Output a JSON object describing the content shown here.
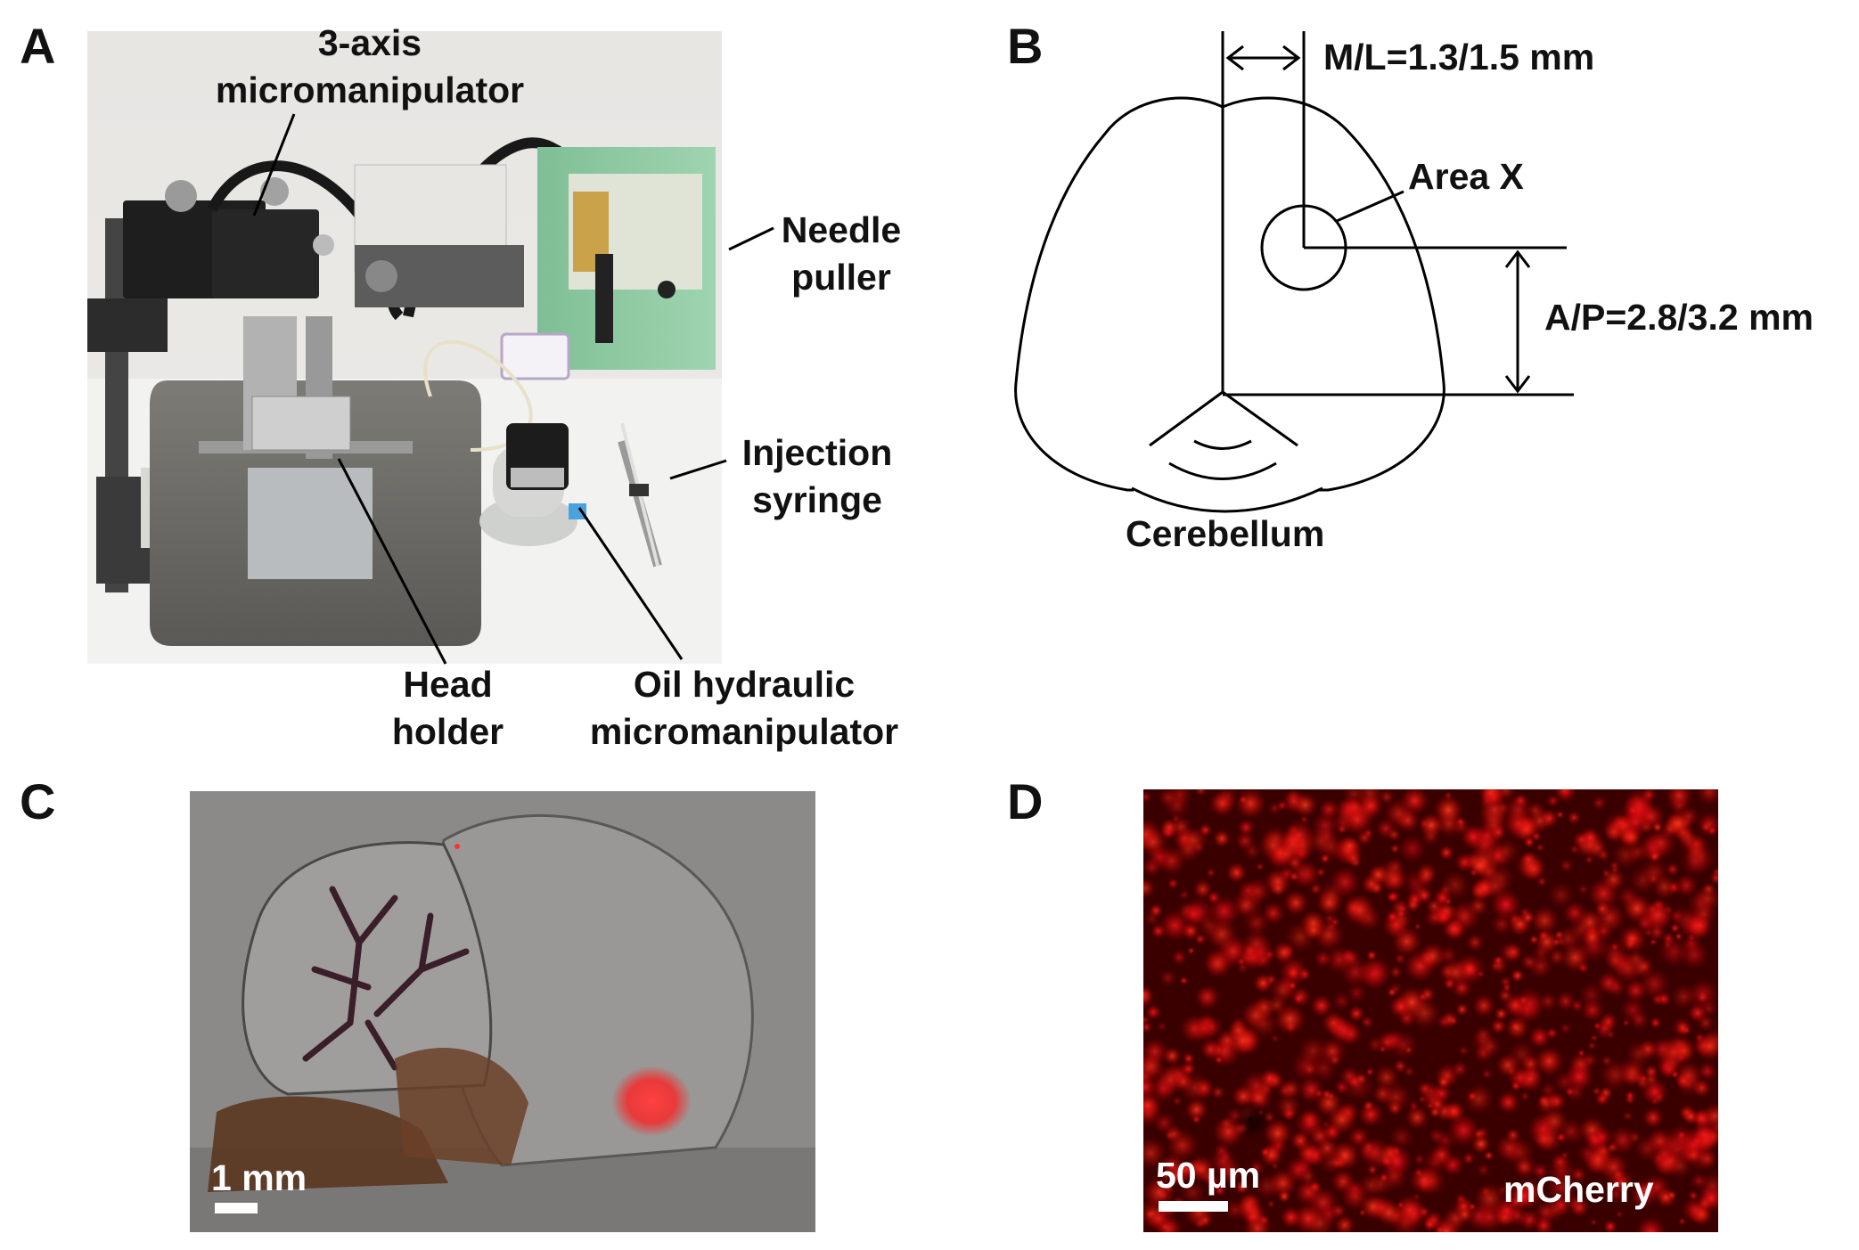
{
  "figure": {
    "panel_a": {
      "letter": "A",
      "labels": {
        "micromanipulator_3axis": "3-axis\nmicromanipulator",
        "needle_puller": "Needle\npuller",
        "injection_syringe": "Injection\nsyringe",
        "head_holder": "Head\nholder",
        "oil_hydraulic": "Oil hydraulic\nmicromanipulator"
      }
    },
    "panel_b": {
      "letter": "B",
      "labels": {
        "ml": "M/L=1.3/1.5 mm",
        "area_x": "Area X",
        "ap": "A/P=2.8/3.2 mm",
        "cerebellum": "Cerebellum"
      }
    },
    "panel_c": {
      "letter": "C",
      "scale_bar": "1 mm"
    },
    "panel_d": {
      "letter": "D",
      "scale_bar": "50 µm",
      "channel": "mCherry"
    }
  },
  "colors": {
    "fluorescence_red": "#ff2a2a",
    "tissue_brown": "#5a3520",
    "photo_bg_gray": "#8a8a8a"
  }
}
